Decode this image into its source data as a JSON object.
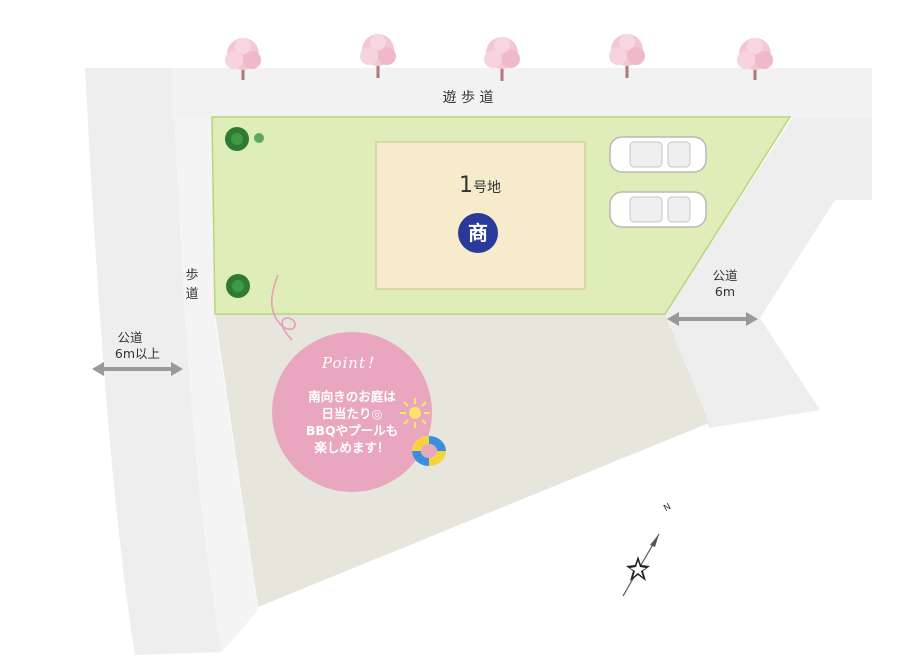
{
  "labels": {
    "promenade": "遊 歩 道",
    "sidewalk_top": "歩",
    "sidewalk_bottom": "道",
    "road_left_line1": "公道",
    "road_left_line2": "6m以上",
    "road_right_line1": "公道",
    "road_right_line2": "6m"
  },
  "lot": {
    "number": "1",
    "suffix": "号地",
    "badge": "商"
  },
  "point": {
    "title": "Point！",
    "line1": "南向きのお庭は",
    "line2": "日当たり◎",
    "line3": "BBQやプールも",
    "line4": "楽しめます！"
  },
  "compass": {
    "north": "N"
  },
  "colors": {
    "road": "#eeeeee",
    "site": "#dfeeb8",
    "site_border": "#b5d77a",
    "garden": "#e7e6dc",
    "building": "#f6eccb",
    "point_circle": "#e9a6bf",
    "shop_badge": "#2a3a9a",
    "arrow": "#999999"
  },
  "icons": [
    "cherry-tree-icon",
    "shrub-icon",
    "car-icon",
    "sun-icon",
    "swim-ring-icon",
    "compass-icon"
  ]
}
